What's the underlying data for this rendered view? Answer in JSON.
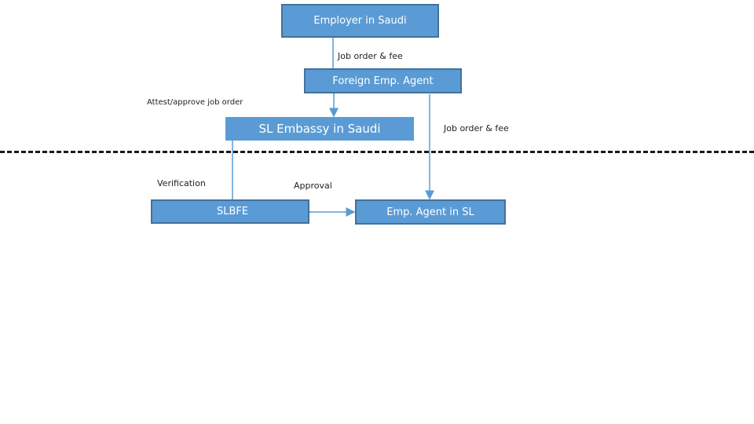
{
  "nodes": {
    "employer": "Employer in Saudi",
    "foreign_agent": "Foreign Emp. Agent",
    "embassy": "SL Embassy in Saudi",
    "slbfe": "SLBFE",
    "sl_agent": "Emp. Agent in SL"
  },
  "labels": {
    "job_order_fee_top": "Job order & fee",
    "attest": "Attest/approve job order",
    "job_order_fee_right": "Job order & fee",
    "verification": "Verification",
    "approval": "Approval"
  },
  "colors": {
    "box_fill": "#5b9bd5",
    "box_border": "#41719c",
    "connector": "#5b9bd5"
  }
}
